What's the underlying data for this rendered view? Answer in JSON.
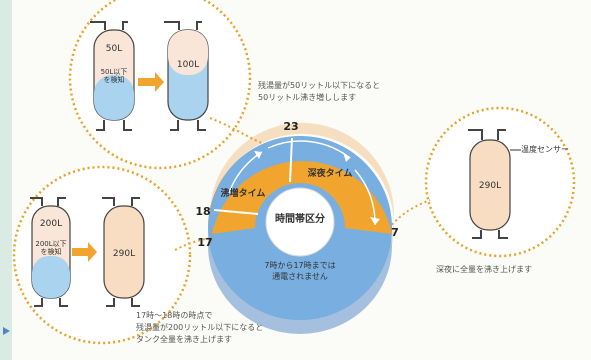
{
  "colors": {
    "orange": "#f2a52e",
    "orange_dark": "#e68a1a",
    "blue": "#79aee0",
    "blue_dark": "#4f86c6",
    "tank_fill_blue": "#a9d3ef",
    "tank_fill_peach": "#f9ddc2",
    "dotted": "#e6a32b",
    "leftbar": "#d9ebe2"
  },
  "top_left": {
    "tank_a_label": "50L",
    "tank_a_sub": "50L以下\nを検知",
    "tank_b_label": "100L",
    "note": "残湯量が50リットル以下になると\n50リットル沸き増しします"
  },
  "bottom_left": {
    "tank_a_label": "200L",
    "tank_a_sub": "200L以下\nを検知",
    "tank_b_label": "290L",
    "note": "17時〜18時の時点で\n残湯量が200リットル以下になると\nタンク全量を沸き上げます"
  },
  "right": {
    "tank_label": "290L",
    "sensor_label": "温度センサー",
    "note": "深夜に全量を沸き上げます"
  },
  "dial": {
    "labels": {
      "h23": "23",
      "h18": "18",
      "h17": "17",
      "h7": "7"
    },
    "left_segment": "沸増タイム",
    "right_segment": "深夜タイム",
    "center": "時間帯区分",
    "bottom_text": "7時から17時までは\n通電されません"
  },
  "icons": {
    "arrow_down": "arrow-down-icon",
    "arrow_right": "arrow-right-icon",
    "play_small": "play-triangle-icon"
  }
}
